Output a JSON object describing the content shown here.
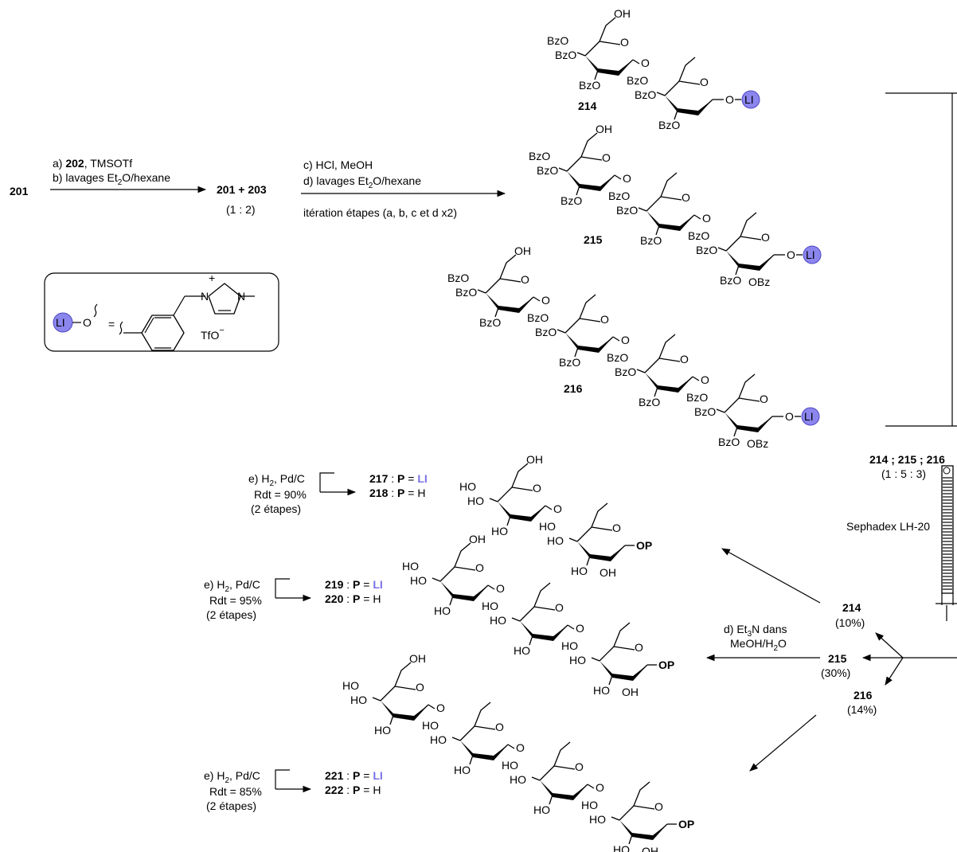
{
  "colors": {
    "ionic_liquid_tag": "#8b86ee",
    "label_accent": "#7a72e6",
    "line": "#000000"
  },
  "start": {
    "compound": "201"
  },
  "step1": {
    "a": {
      "prefix": "a) ",
      "reagent": "202",
      "rest": ", TMSOTf"
    },
    "b": {
      "prefix": "b) lavages Et",
      "sub": "2",
      "rest": "O/hexane"
    }
  },
  "mixture1": {
    "label": "201 + 203",
    "ratio": "(1 : 2)"
  },
  "step2": {
    "c": "c) HCl, MeOH",
    "d": {
      "prefix": "d) lavages Et",
      "sub": "2",
      "rest": "O/hexane"
    },
    "iteration": "itération étapes (a, b, c et d x2)"
  },
  "legend": {
    "li": "LI",
    "o": "O",
    "eq": "=",
    "counterion": "TfO",
    "charge_plus": "+",
    "charge_minus": "−"
  },
  "protected": [
    {
      "id": "214"
    },
    {
      "id": "215"
    },
    {
      "id": "216"
    }
  ],
  "mixture2": {
    "label": "214 ; 215 ; 216",
    "ratio": "(1 : 5 : 3)"
  },
  "column": {
    "label": "Sephadex LH-20"
  },
  "separated": [
    {
      "id": "214",
      "yield": "(10%)"
    },
    {
      "id": "215",
      "yield": "(30%)"
    },
    {
      "id": "216",
      "yield": "(14%)"
    }
  ],
  "step_d": {
    "line1": "d) Et",
    "line1_sub": "3",
    "line1_rest": "N dans",
    "line2": "MeOH/H",
    "line2_sub": "2",
    "line2_rest": "O"
  },
  "hydrogenation": [
    {
      "reagent": "e) H",
      "sub": "2",
      "reagent_rest": ", Pd/C",
      "rdt": "Rdt = 90%",
      "steps": "(2 étapes)",
      "p_li": {
        "id": "217",
        "sep": " : ",
        "p": "P",
        "eq": " = ",
        "val": "LI"
      },
      "p_h": {
        "id": "218",
        "sep": " : ",
        "p": "P",
        "eq": " = ",
        "val": "H"
      }
    },
    {
      "reagent": "e) H",
      "sub": "2",
      "reagent_rest": ", Pd/C",
      "rdt": "Rdt = 95%",
      "steps": "(2 étapes)",
      "p_li": {
        "id": "219",
        "sep": " : ",
        "p": "P",
        "eq": " = ",
        "val": "LI"
      },
      "p_h": {
        "id": "220",
        "sep": " : ",
        "p": "P",
        "eq": " = ",
        "val": "H"
      }
    },
    {
      "reagent": "e) H",
      "sub": "2",
      "reagent_rest": ", Pd/C",
      "rdt": "Rdt = 85%",
      "steps": "(2 étapes)",
      "p_li": {
        "id": "221",
        "sep": " : ",
        "p": "P",
        "eq": " = ",
        "val": "LI"
      },
      "p_h": {
        "id": "222",
        "sep": " : ",
        "p": "P",
        "eq": " = ",
        "val": "H"
      }
    }
  ],
  "labels": {
    "oh": "OH",
    "ho": "HO",
    "bzo": "BzO",
    "obz": "OBz",
    "o": "O",
    "li": "LI",
    "op": "OP",
    "o_link": "O"
  }
}
